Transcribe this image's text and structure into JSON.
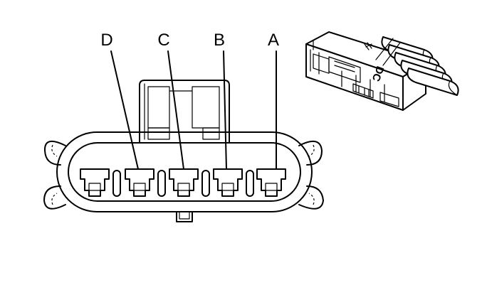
{
  "figure": {
    "type": "connector face view",
    "pin_labels": [
      "D",
      "C",
      "B",
      "A"
    ]
  },
  "inset": {
    "embossed_text": "DC"
  },
  "colors": {
    "line": "#000000",
    "background": "#ffffff"
  }
}
